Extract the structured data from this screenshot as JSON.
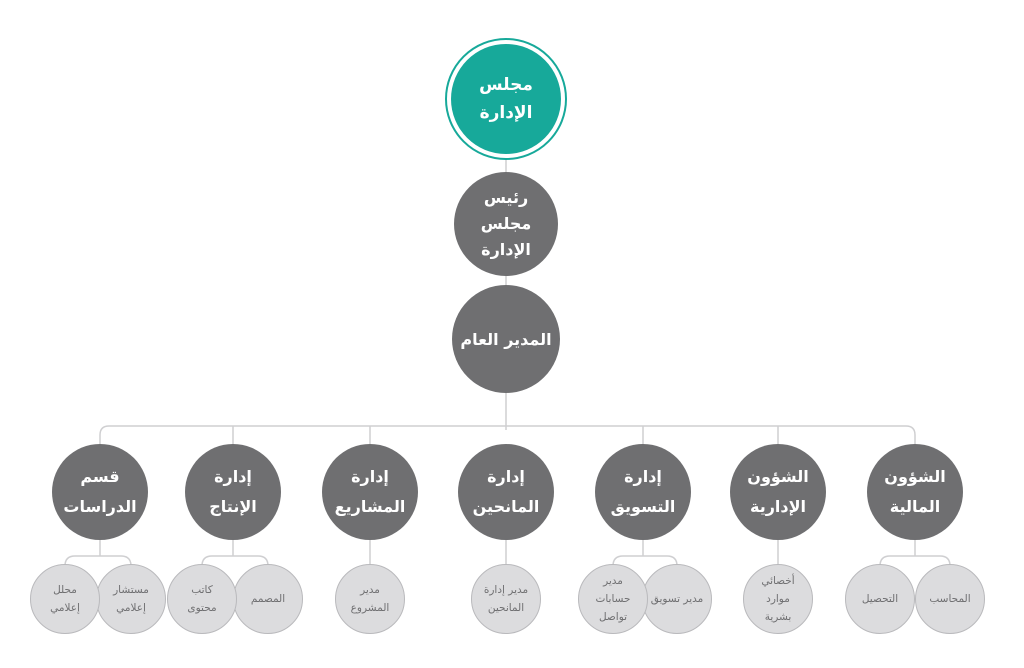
{
  "board": {
    "label": "مجلس\nالإدارة"
  },
  "chairman": {
    "label": "رئيس\nمجلس\nالإدارة"
  },
  "general_manager": {
    "label": "المدير العام"
  },
  "departments": [
    {
      "label": "الشؤون\nالمالية",
      "children": [
        "المحاسب",
        "التحصيل"
      ]
    },
    {
      "label": "الشؤون\nالإدارية",
      "children": [
        "أخصائي\nموارد\nبشرية"
      ]
    },
    {
      "label": "إدارة\nالتسويق",
      "children": [
        "مدير تسويق",
        "مدير\nحسابات\nتواصل"
      ]
    },
    {
      "label": "إدارة\nالمانحين",
      "children": [
        "مدير إدارة\nالمانحين"
      ]
    },
    {
      "label": "إدارة\nالمشاريع",
      "children": [
        "مدير\nالمشروع"
      ]
    },
    {
      "label": "إدارة\nالإنتاج",
      "children": [
        "المصمم",
        "كاتب\nمحتوى"
      ]
    },
    {
      "label": "قسم\nالدراسات",
      "children": [
        "مستشار\nإعلامي",
        "محلل\nإعلامي"
      ]
    }
  ],
  "colors": {
    "board": "#17a99a",
    "primary_node": "#6f6f71",
    "sub_node": "#dcdcde",
    "line": "#cfcfd1"
  }
}
